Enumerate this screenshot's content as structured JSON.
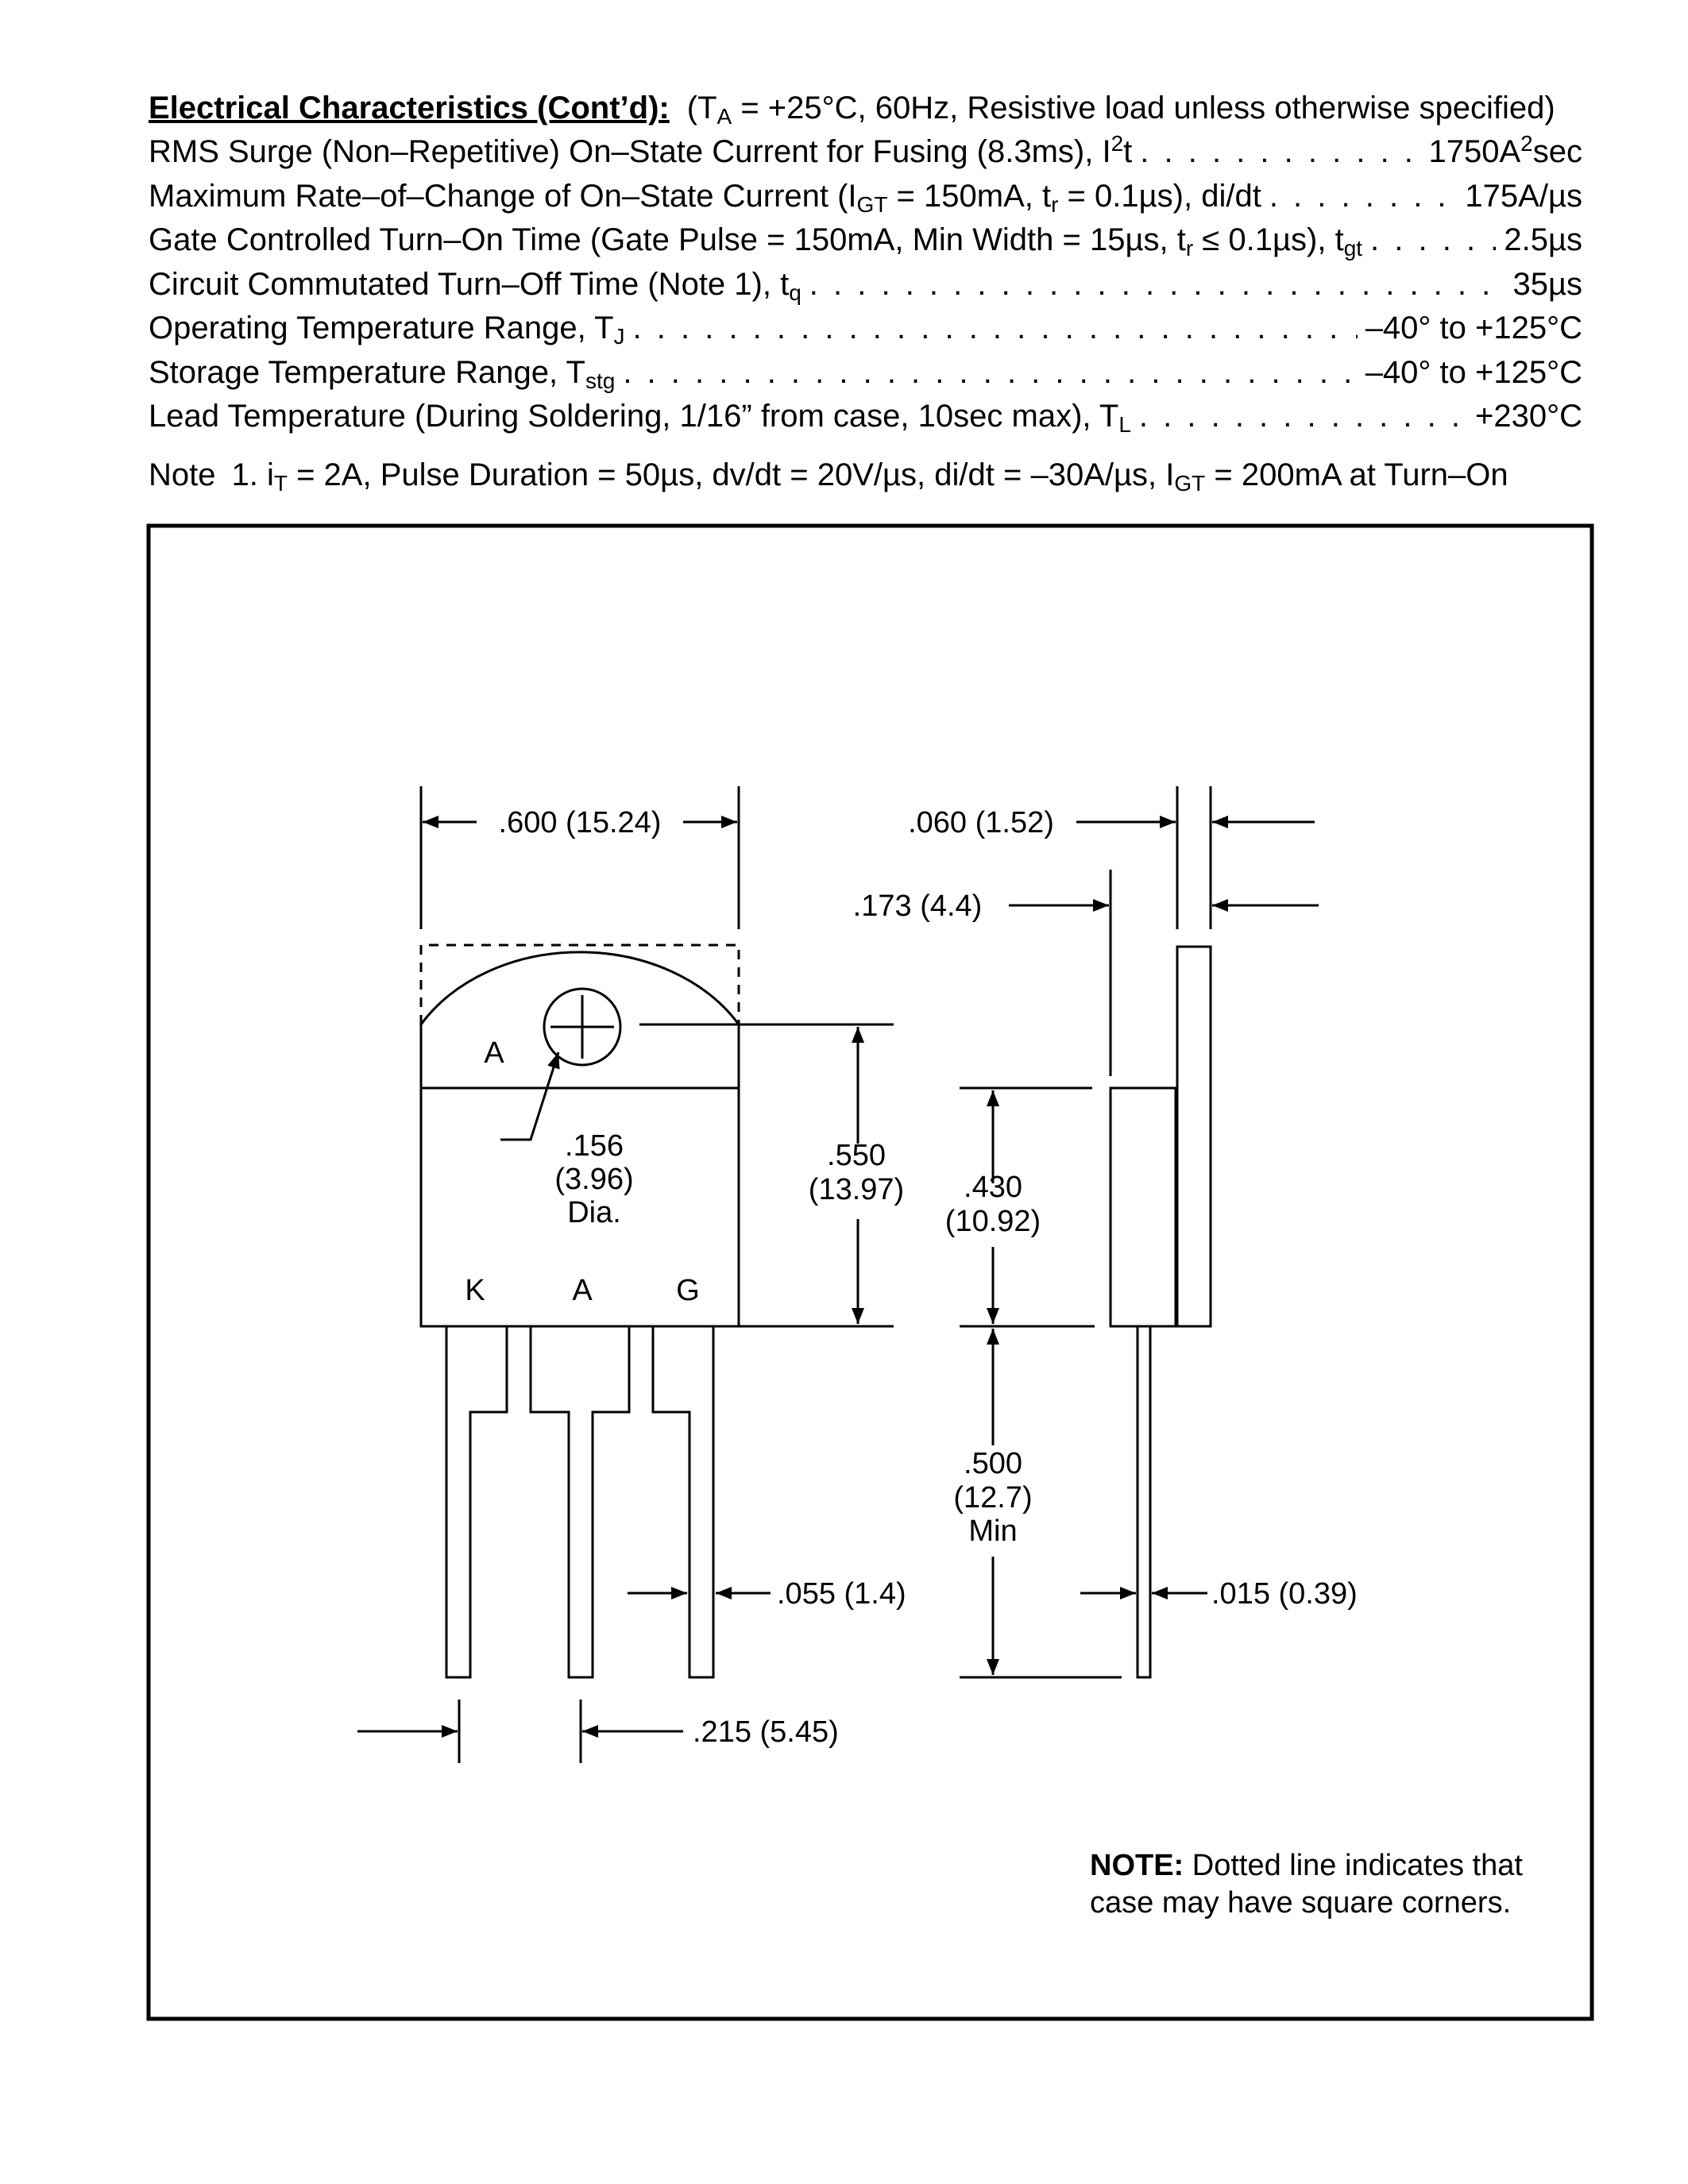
{
  "header": {
    "title": "Electrical Characteristics (Cont’d):",
    "condition_prefix": "(T",
    "condition_sub": "A",
    "condition_suffix": " = +25°C, 60Hz, Resistive load unless otherwise specified)"
  },
  "specs": [
    {
      "label_a": "RMS Surge (Non–Repetitive) On–State Current for Fusing (8.3ms), I",
      "sup": "2",
      "label_b": "t",
      "value_a": "1750A",
      "value_sup": "2",
      "value_b": "sec"
    },
    {
      "label_a": "Maximum Rate–of–Change of On–State Current (I",
      "sub1": "GT",
      "label_b": " = 150mA, t",
      "sub2": "r",
      "label_c": " = 0.1µs), di/dt",
      "value": "175A/µs"
    },
    {
      "label_a": "Gate Controlled Turn–On Time (Gate Pulse = 150mA, Min Width = 15µs, t",
      "sub1": "r",
      "label_b": " ≤ 0.1µs), t",
      "sub2": "gt",
      "value": "2.5µs"
    },
    {
      "label_a": "Circuit Commutated Turn–Off Time (Note 1), t",
      "sub1": "q",
      "value": "35µs"
    },
    {
      "label_a": "Operating Temperature Range, T",
      "sub1": "J",
      "value": "–40° to +125°C"
    },
    {
      "label_a": "Storage Temperature Range, T",
      "sub1": "stg",
      "value": "–40° to +125°C"
    },
    {
      "label_a": "Lead Temperature (During Soldering, 1/16” from case, 10sec max), T",
      "sub1": "L",
      "value": "+230°C"
    }
  ],
  "note": {
    "prefix": "Note",
    "index": "1.",
    "part1": " i",
    "sub1": "T",
    "part2": " = 2A, Pulse Duration = 50µs, dv/dt = 20V/µs, di/dt = –30A/µs, I",
    "sub2": "GT",
    "part3": " = 200mA at Turn–On"
  },
  "drawing": {
    "dims": {
      "width": ".600 (15.24)",
      "tab_thickness": ".060 (1.52)",
      "body_thickness": ".173 (4.4)",
      "hole_size": ".156",
      "hole_mm": "(3.96)",
      "hole_dia": "Dia.",
      "hole_height": ".550",
      "hole_height_mm": "(13.97)",
      "body_height": ".430",
      "body_height_mm": "(10.92)",
      "lead_length": ".500",
      "lead_length_mm": "(12.7)",
      "lead_length_min": "Min",
      "lead_width": ".055 (1.4)",
      "lead_thickness": ".015 (0.39)",
      "lead_pitch": ".215 (5.45)"
    },
    "labels": {
      "tab_terminal": "A",
      "pin1": "K",
      "pin2": "A",
      "pin3": "G"
    },
    "footnote": {
      "bold": "NOTE:",
      "text": " Dotted line indicates that case may have square corners."
    }
  }
}
